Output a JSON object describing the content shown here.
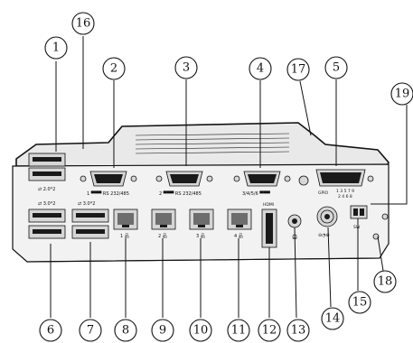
{
  "callouts": [
    {
      "num": "1"
    },
    {
      "num": "16"
    },
    {
      "num": "2"
    },
    {
      "num": "3"
    },
    {
      "num": "4"
    },
    {
      "num": "17"
    },
    {
      "num": "5"
    },
    {
      "num": "19"
    },
    {
      "num": "6"
    },
    {
      "num": "7"
    },
    {
      "num": "8"
    },
    {
      "num": "9"
    },
    {
      "num": "10"
    },
    {
      "num": "11"
    },
    {
      "num": "12"
    },
    {
      "num": "13"
    },
    {
      "num": "14"
    },
    {
      "num": "15"
    },
    {
      "num": "18"
    }
  ],
  "labels": {
    "usb_top": "2.0*2",
    "usb_bottom_left": "3.0*2",
    "usb_bottom_right": "3.0*2",
    "com1": "1 ▀▀▀ RS 232/485",
    "com2": "2 ▀▀▀ RS 232/485",
    "com3": "3/4/5/6 ▀▀▀",
    "gpio": "GPIO",
    "gpio_pins": "1 3 5 7 9",
    "gpio_pins2": "2 4 6 8",
    "lan1": "1",
    "lan2": "2",
    "lan3": "3",
    "lan4": "4",
    "hdmi": "HDMI",
    "sw": "SW"
  },
  "colors": {
    "line": "#111111",
    "body": "#e9e9e9",
    "port": "#1a1a1a"
  }
}
